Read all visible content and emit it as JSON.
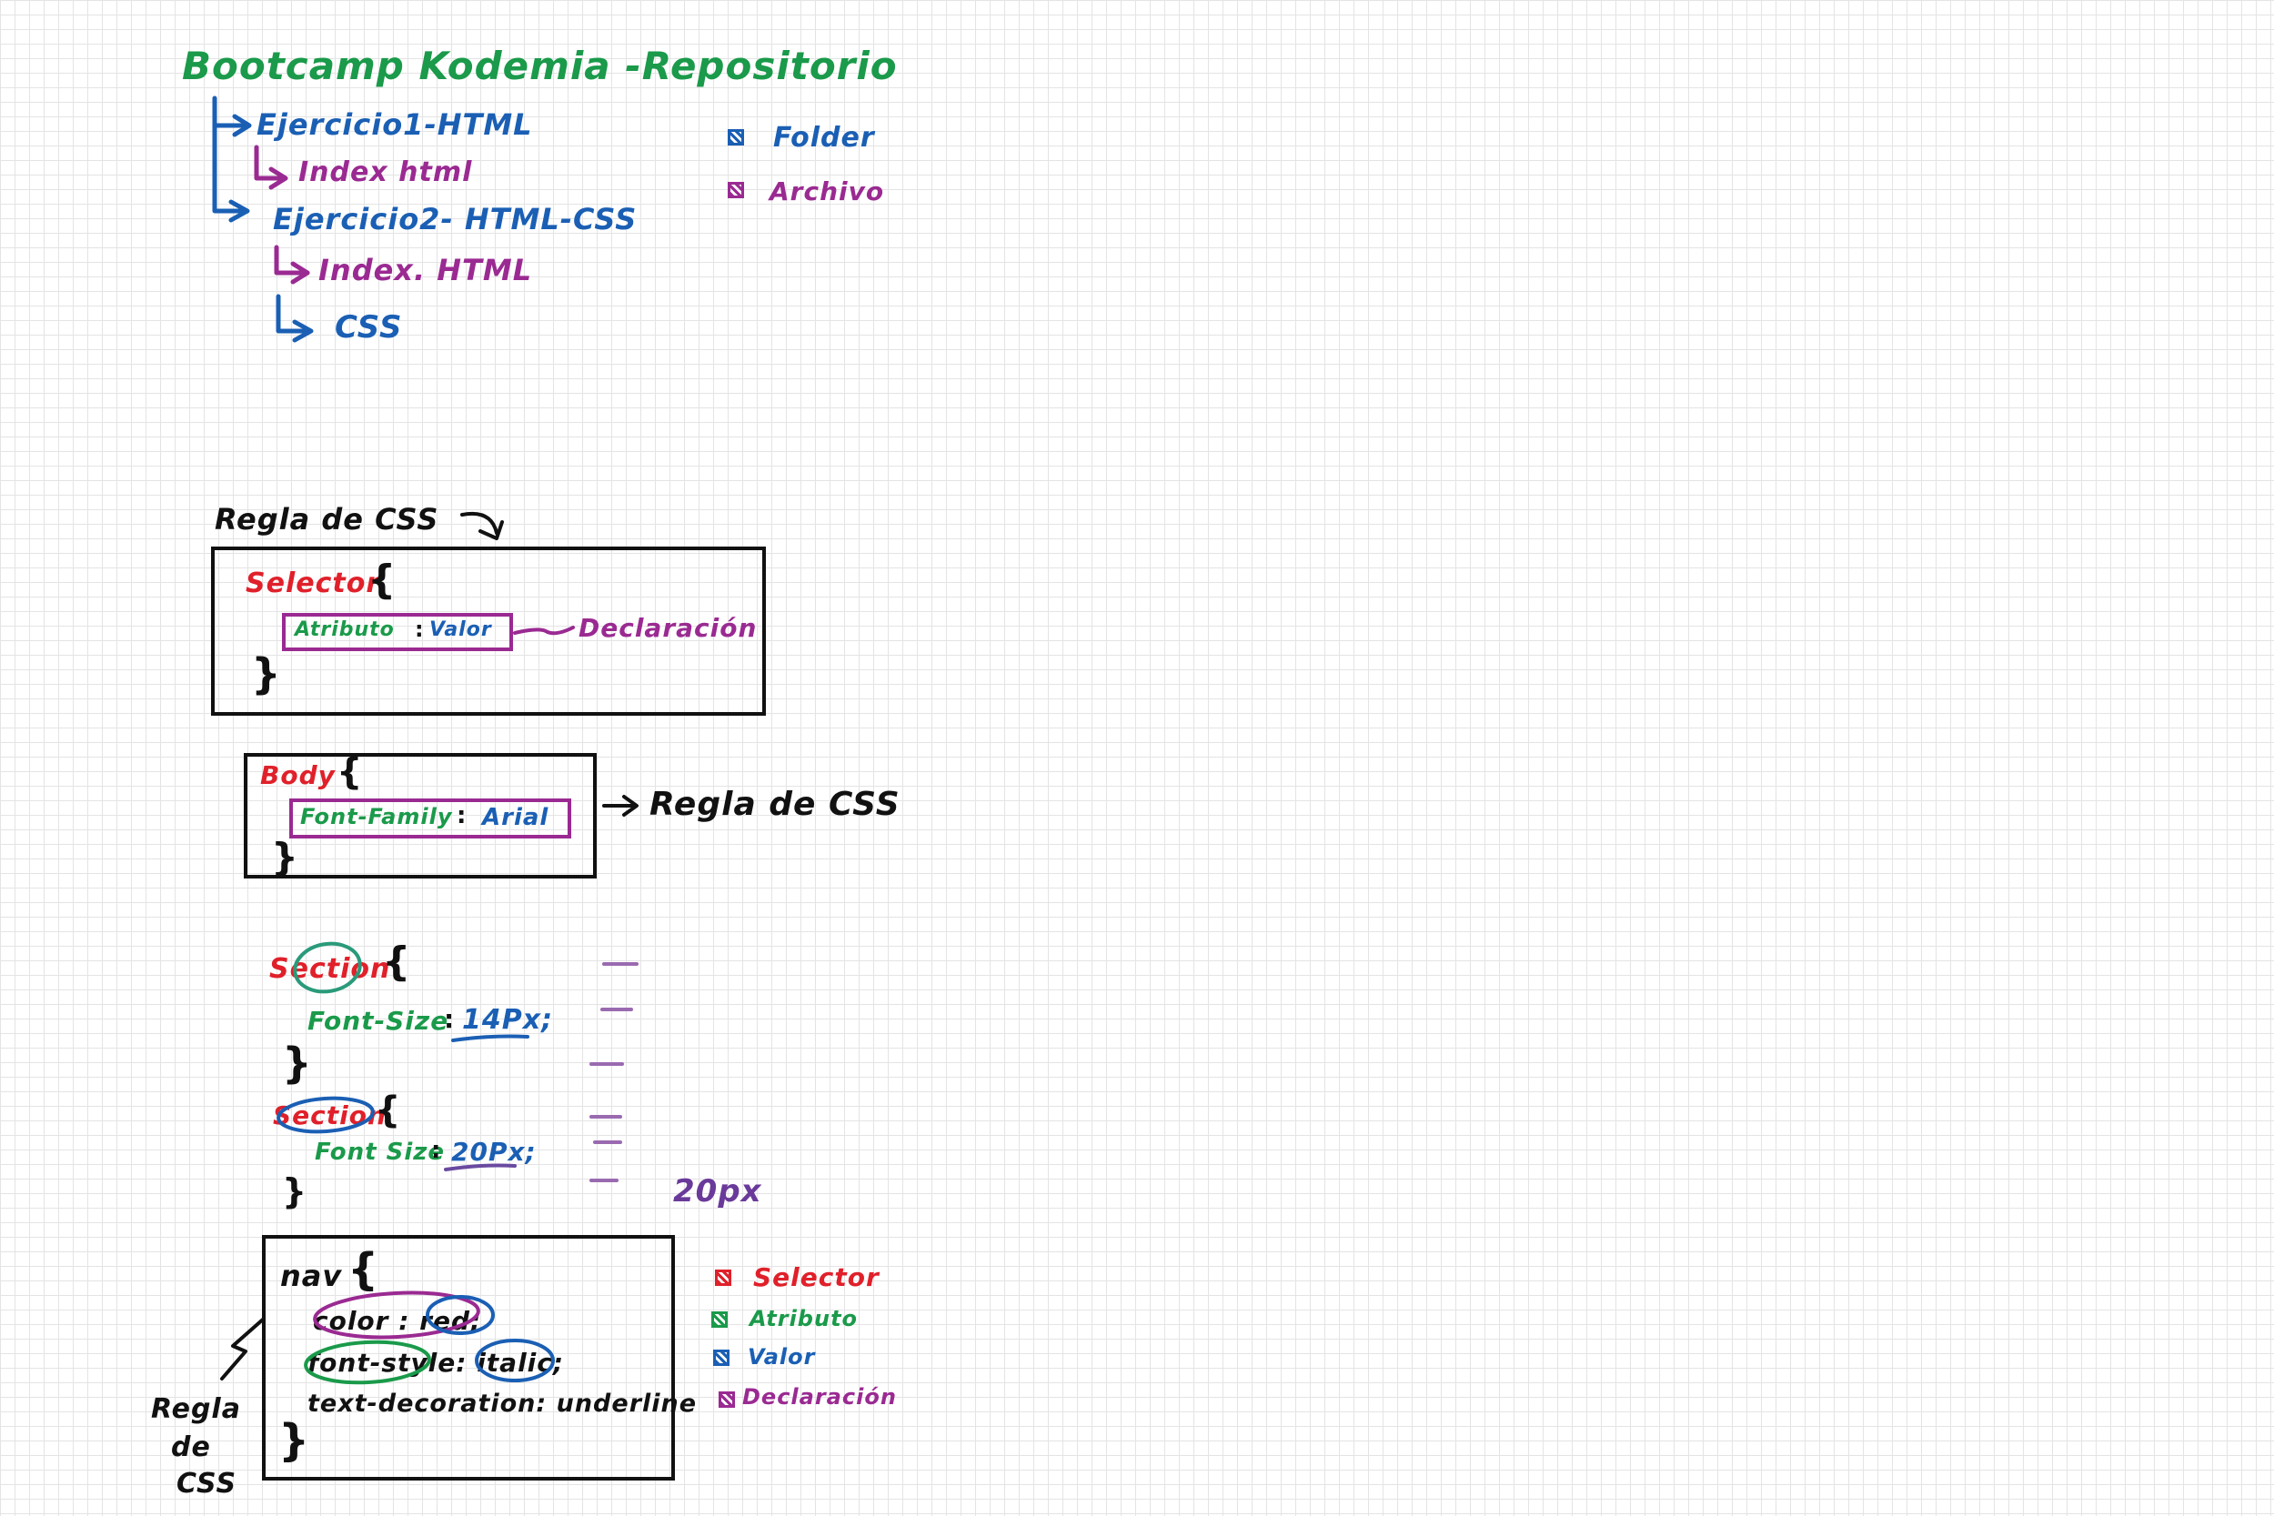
{
  "repo": {
    "title": "Bootcamp Kodemia -Repositorio",
    "items": [
      {
        "label": "Ejercicio1-HTML"
      },
      {
        "label": "Index html"
      },
      {
        "label": "Ejercicio2- HTML-CSS"
      },
      {
        "label": "Index. HTML"
      },
      {
        "label": "CSS"
      }
    ]
  },
  "legend_top": {
    "folder": "Folder",
    "archivo": "Archivo",
    "colors": {
      "folder": "#1a5fb4",
      "archivo": "#9a2a92"
    }
  },
  "rule": {
    "title": "Regla de CSS",
    "selector": "Selector",
    "open": "{",
    "attribute": "Atributo",
    "colon": ":",
    "value": "Valor",
    "close": "}",
    "declaracion": "Declaración"
  },
  "body_rule": {
    "selector": "Body",
    "open": "{",
    "attribute": "Font-Family",
    "colon": ":",
    "value": "Arial",
    "close": "}",
    "annotation": "Regla de CSS"
  },
  "section1": {
    "selector": "Section",
    "open": "{",
    "attribute": "Font-Size",
    "colon": ":",
    "value": "14Px;",
    "close": "}"
  },
  "section2": {
    "selector": "Section",
    "open": "{",
    "attribute": "Font Size",
    "colon": ":",
    "value": "20Px;",
    "close": "}"
  },
  "side_note": "20px",
  "nav_rule": {
    "selector": "nav",
    "open": "{",
    "lines": [
      {
        "text": "color : red;"
      },
      {
        "text": "font-style: italic;"
      },
      {
        "text": "text-decoration: underline"
      }
    ],
    "close": "}",
    "annotation_lines": [
      "Regla",
      "de",
      "CSS"
    ]
  },
  "legend_bottom": {
    "items": [
      {
        "label": "Selector",
        "color": "#e0202a"
      },
      {
        "label": "Atributo",
        "color": "#1a9a4a"
      },
      {
        "label": "Valor",
        "color": "#1a5fb4"
      },
      {
        "label": "Declaración",
        "color": "#9a2a92"
      }
    ]
  }
}
